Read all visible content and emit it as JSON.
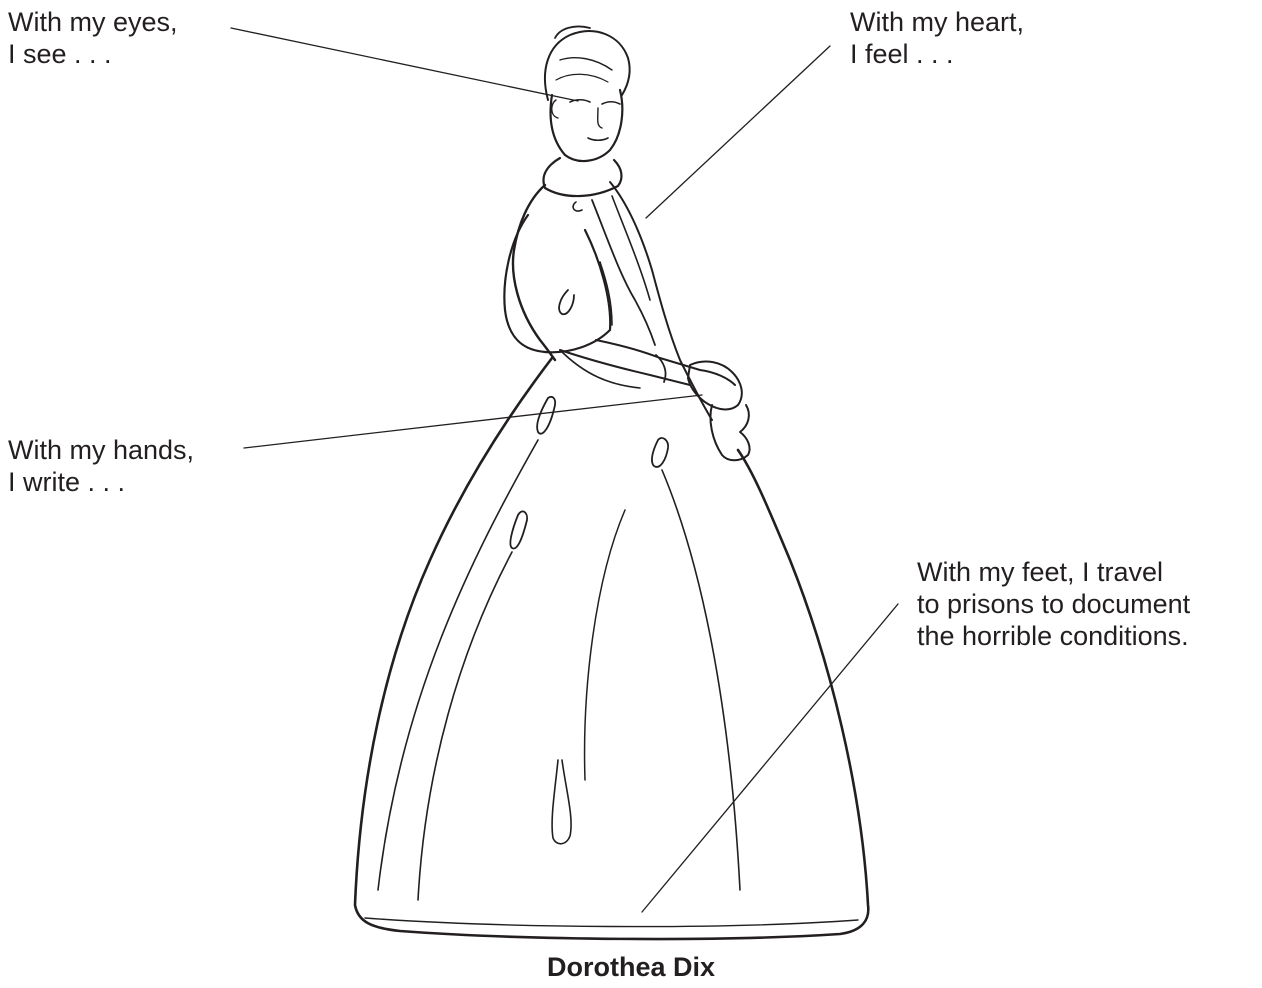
{
  "labels": {
    "eyes": {
      "line1": "With my eyes,",
      "line2": "I see . . ."
    },
    "heart": {
      "line1": "With my heart,",
      "line2": "I feel . . ."
    },
    "hands": {
      "line1": "With my hands,",
      "line2": "I write . . ."
    },
    "feet": {
      "line1": "With my feet, I travel",
      "line2": "to prisons to document",
      "line3": "the horrible conditions."
    }
  },
  "caption": "Dorothea Dix",
  "colors": {
    "ink": "#231f20",
    "background": "#ffffff"
  }
}
